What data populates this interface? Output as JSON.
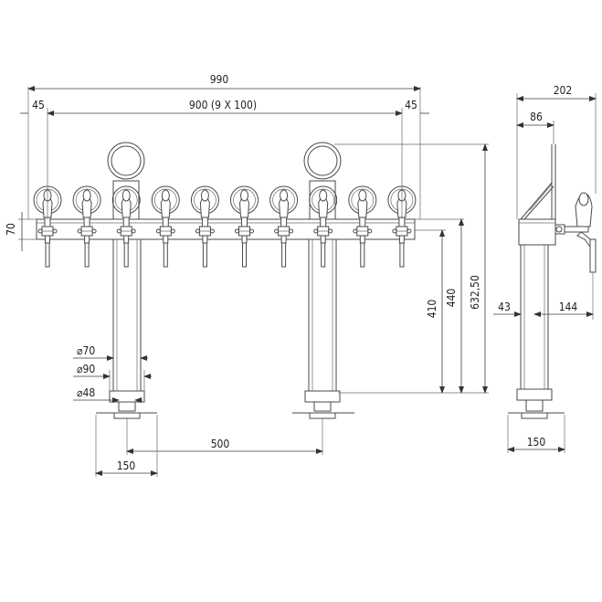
{
  "dimensions": {
    "total_width": "990",
    "tap_span": "900 (9 X 100)",
    "left_margin": "45",
    "right_margin": "45",
    "bar_height": "70",
    "height_410": "410",
    "height_440": "440",
    "height_total": "632,50",
    "dia_70": "70",
    "dia_90": "90",
    "dia_48": "48",
    "column_spacing": "500",
    "base_width_front": "150",
    "side_depth": "202",
    "side_86": "86",
    "side_43": "43",
    "side_144": "144",
    "base_width_side": "150"
  },
  "symbols": {
    "diameter": "⌀"
  }
}
